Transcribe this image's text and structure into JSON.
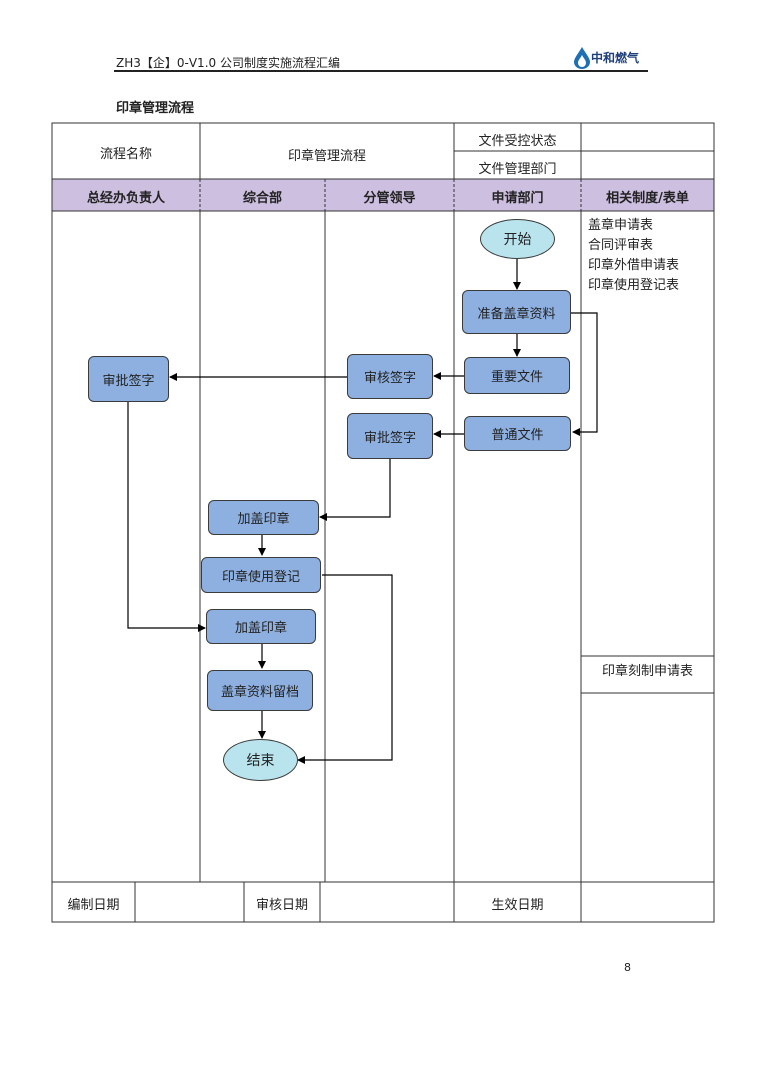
{
  "header": {
    "doc_code": "ZH3【企】0-V1.0 公司制度实施流程汇编",
    "logo_text": "中和燃气"
  },
  "section_title": "印章管理流程",
  "info_table": {
    "name_label": "流程名称",
    "name_value": "印章管理流程",
    "status_label": "文件受控状态",
    "dept_label": "文件管理部门"
  },
  "lanes": [
    "总经办负责人",
    "综合部",
    "分管领导",
    "申请部门",
    "相关制度/表单"
  ],
  "nodes": {
    "start": "开始",
    "prepare": "准备盖章资料",
    "important": "重要文件",
    "normal": "普通文件",
    "review_sign": "审核签字",
    "approve_sign_leader": "审批签字",
    "approve_sign_gm": "审批签字",
    "stamp_1": "加盖印章",
    "register": "印章使用登记",
    "stamp_2": "加盖印章",
    "archive": "盖章资料留档",
    "end": "结束"
  },
  "forms": [
    "盖章申请表",
    "合同评审表",
    "印章外借申请表",
    "印章使用登记表"
  ],
  "forms_2": "印章刻制申请表",
  "footer": {
    "compile_date": "编制日期",
    "review_date": "审核日期",
    "effective_date": "生效日期"
  },
  "page_number": "8"
}
